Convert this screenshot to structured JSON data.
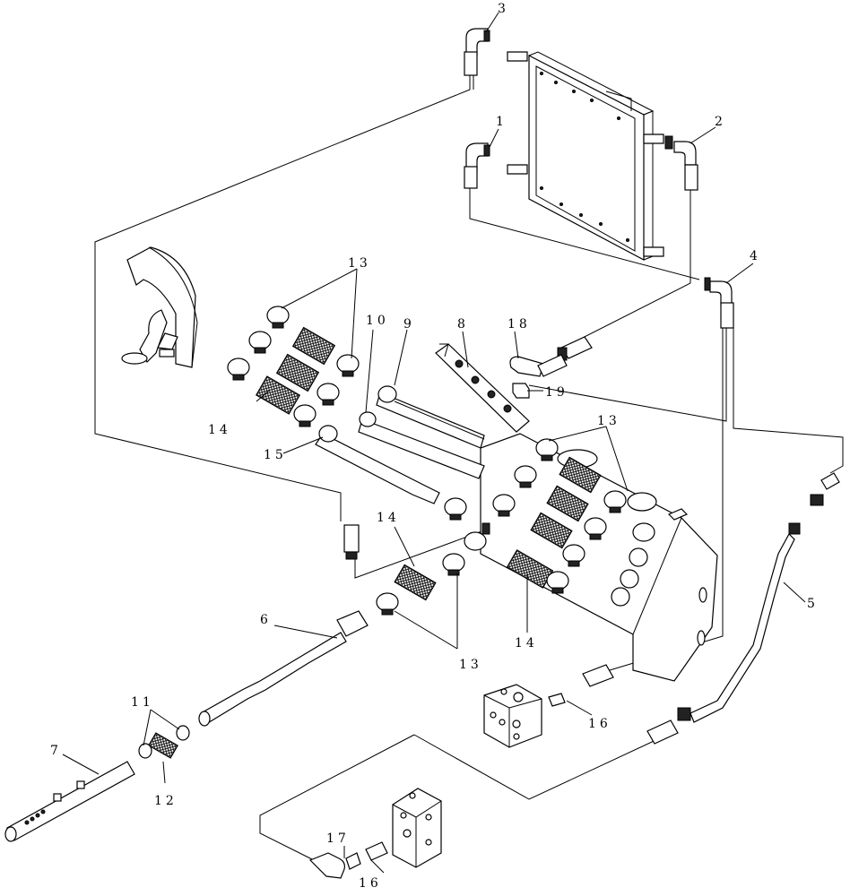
{
  "callouts": {
    "c1": "1",
    "c2": "2",
    "c3": "3",
    "c4": "4",
    "c5": "5",
    "c6": "6",
    "c7": "7",
    "c8": "8",
    "c9": "9",
    "c10": "10",
    "c11": "11",
    "c12": "12",
    "c13a": "13",
    "c13b": "13",
    "c13c": "13",
    "c14a": "14",
    "c14b": "14",
    "c14c": "14",
    "c15": "15",
    "c16a": "16",
    "c16b": "16",
    "c17": "17",
    "c18": "18",
    "c19": "19"
  }
}
